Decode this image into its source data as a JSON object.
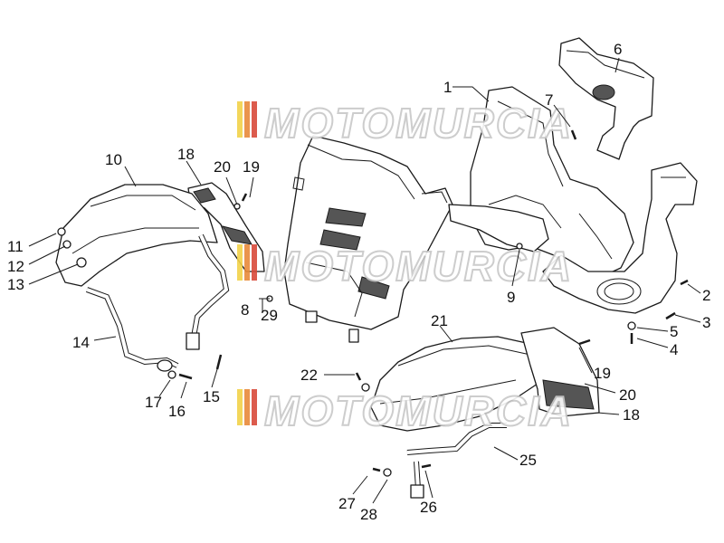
{
  "watermark": {
    "text": "MOTOMURCIA",
    "stripe_colors": [
      "#f2d24a",
      "#e88a3a",
      "#d94a3a",
      "#c94ac0",
      "#5ab04a"
    ]
  },
  "callouts": {
    "c1": "1",
    "c2": "2",
    "c3": "3",
    "c4": "4",
    "c5": "5",
    "c6": "6",
    "c7": "7",
    "c8": "8",
    "c9": "9",
    "c10": "10",
    "c11": "11",
    "c12": "12",
    "c13": "13",
    "c14": "14",
    "c15": "15",
    "c16": "16",
    "c17": "17",
    "c18a": "18",
    "c18b": "18",
    "c19a": "19",
    "c19b": "19",
    "c20a": "20",
    "c20b": "20",
    "c21": "21",
    "c22": "22",
    "c25": "25",
    "c26": "26",
    "c27": "27",
    "c28": "28",
    "c29": "29"
  }
}
